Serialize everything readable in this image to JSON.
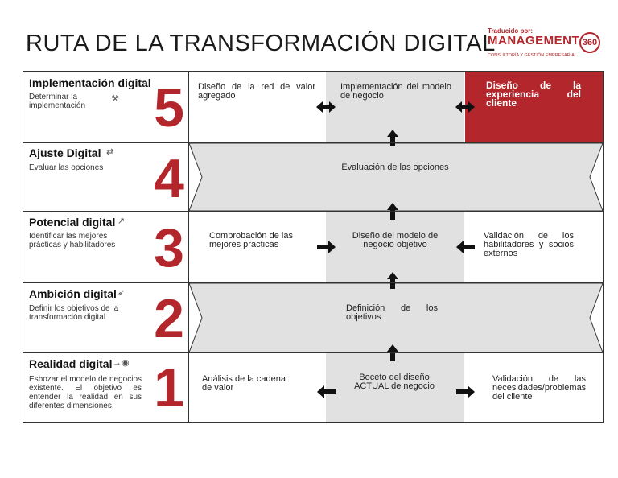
{
  "header": {
    "title": "RUTA DE LA TRANSFORMACIÓN DIGITAL",
    "brand_top": "Traducido por:",
    "brand_name": "MANAGEMENT",
    "brand_sub": "CONSULTORÍA Y GESTIÓN EMPRESARIAL",
    "brand_mark": "360"
  },
  "levels": [
    {
      "number": "5",
      "title": "Implementación digital",
      "description": "Determinar la implementación",
      "icon": "tools-icon",
      "icon_glyph": "⚒"
    },
    {
      "number": "4",
      "title": "Ajuste Digital",
      "description": "Evaluar las opciones",
      "icon": "arrows-icon",
      "icon_glyph": "⇄"
    },
    {
      "number": "3",
      "title": "Potencial digital",
      "description": "Identificar las mejores prácticas y habilitadores",
      "icon": "chart-icon",
      "icon_glyph": "↗"
    },
    {
      "number": "2",
      "title": "Ambición digital",
      "description": "Definir los objetivos de la transformación digital",
      "icon": "target-icon",
      "icon_glyph": "➶"
    },
    {
      "number": "1",
      "title": "Realidad digital",
      "description": "Esbozar el modelo de negocios existente. El objetivo es entender la realidad en sus diferentes dimensiones.",
      "icon": "arrow-target-icon",
      "icon_glyph": "→◉"
    }
  ],
  "cells": {
    "row5_left": "Diseño de la red de valor agregado",
    "row5_mid": "Implementación del modelo de negocio",
    "row5_right": "Diseño de la experiencia del cliente",
    "row4_center": "Evaluación de las opciones",
    "row3_left": "Comprobación de las mejores prácticas",
    "row3_mid": "Diseño del modelo de negocio objetivo",
    "row3_right": "Validación de los habilitadores y socios externos",
    "row2_center": "Definición de los objetivos",
    "row1_left": "Análisis de la cadena de valor",
    "row1_mid": "Boceto del diseño ACTUAL de negocio",
    "row1_right": "Validación de las necesidades/problemas del cliente"
  },
  "colors": {
    "accent": "#b3262b",
    "gray": "#e1e1e1",
    "line": "#333333"
  }
}
